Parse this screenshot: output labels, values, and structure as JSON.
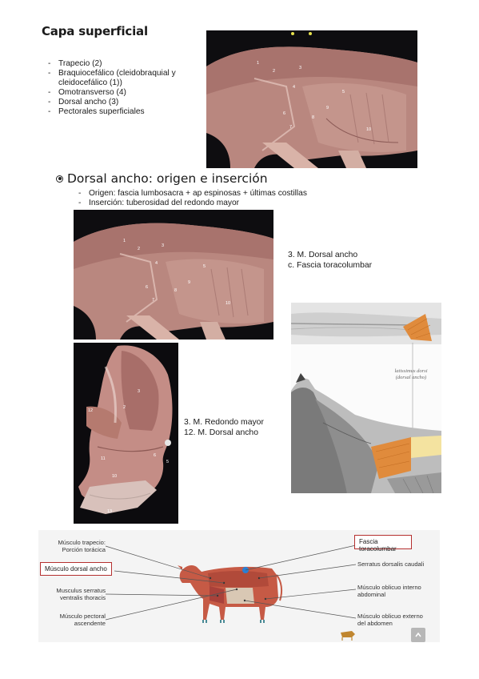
{
  "section1": {
    "title": "Capa superficial",
    "muscles": [
      "Trapecio (2)",
      "Braquiocefálico (cleidobraquial y cleidocefálico (1))",
      "Omotransverso (4)",
      "Dorsal ancho (3)",
      "Pectorales superficiales"
    ]
  },
  "section2": {
    "heading": "Dorsal ancho: origen e inserción",
    "points": [
      "Origen: fascia lumbosacra + ap espinosas + últimas costillas",
      "Inserción: tuberosidad del redondo mayor"
    ],
    "legend_torso": [
      "3.   M. Dorsal ancho",
      "c.   Fascia toracolumbar"
    ],
    "legend_limb": [
      "3.   M. Redondo mayor",
      "12. M. Dorsal ancho"
    ],
    "illustration_caption": [
      "latissimus dorsi",
      "(dorsal ancho)"
    ]
  },
  "photo_numbers_top": [
    "1",
    "2",
    "3",
    "4",
    "5",
    "6",
    "7",
    "8",
    "9",
    "10"
  ],
  "photo_numbers_limb": [
    "12",
    "2",
    "3",
    "11",
    "10",
    "13",
    "5",
    "6"
  ],
  "cow_diagram": {
    "left_labels": [
      "Músculo trapecio: Porción torácica",
      "Músculo dorsal ancho",
      "Musculus serratus ventralis thoracis",
      "Músculo pectoral ascendente"
    ],
    "right_labels": [
      "Fascia toracolumbar",
      "Serratus dorsalis caudali",
      "Músculo oblicuo interno abdominal",
      "Músculo oblicuo externo del abdomen"
    ]
  },
  "colors": {
    "highlight_box": "#b5302f",
    "muscle": "#b14a3a",
    "cow_red": "#c65a45"
  }
}
